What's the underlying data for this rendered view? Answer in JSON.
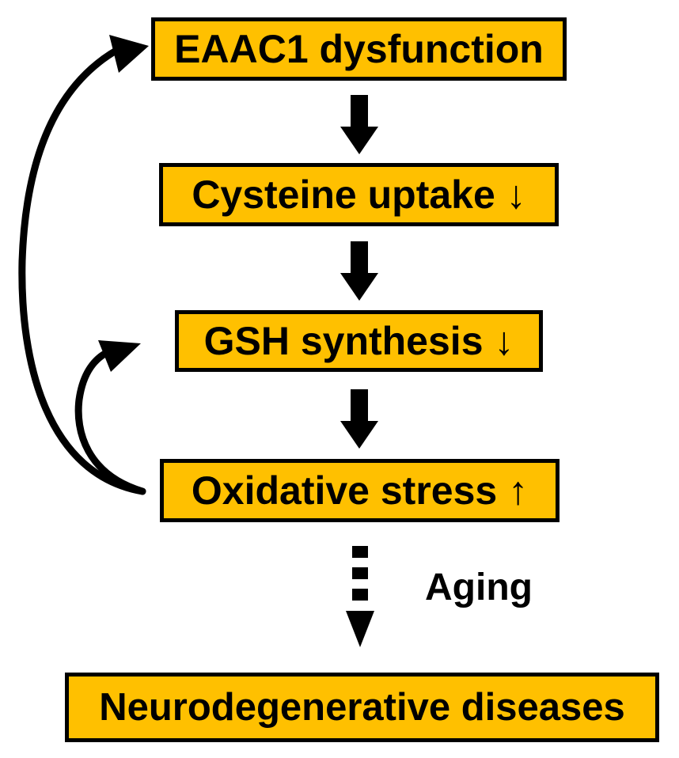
{
  "nodes": {
    "eaac1": "EAAC1 dysfunction",
    "cysteine": "Cysteine uptake ↓",
    "gsh": "GSH synthesis ↓",
    "oxidative": "Oxidative stress ↑",
    "neuro": "Neurodegenerative diseases"
  },
  "edge_label": "Aging",
  "colors": {
    "box_fill": "#FFC000",
    "outline": "#000000"
  }
}
